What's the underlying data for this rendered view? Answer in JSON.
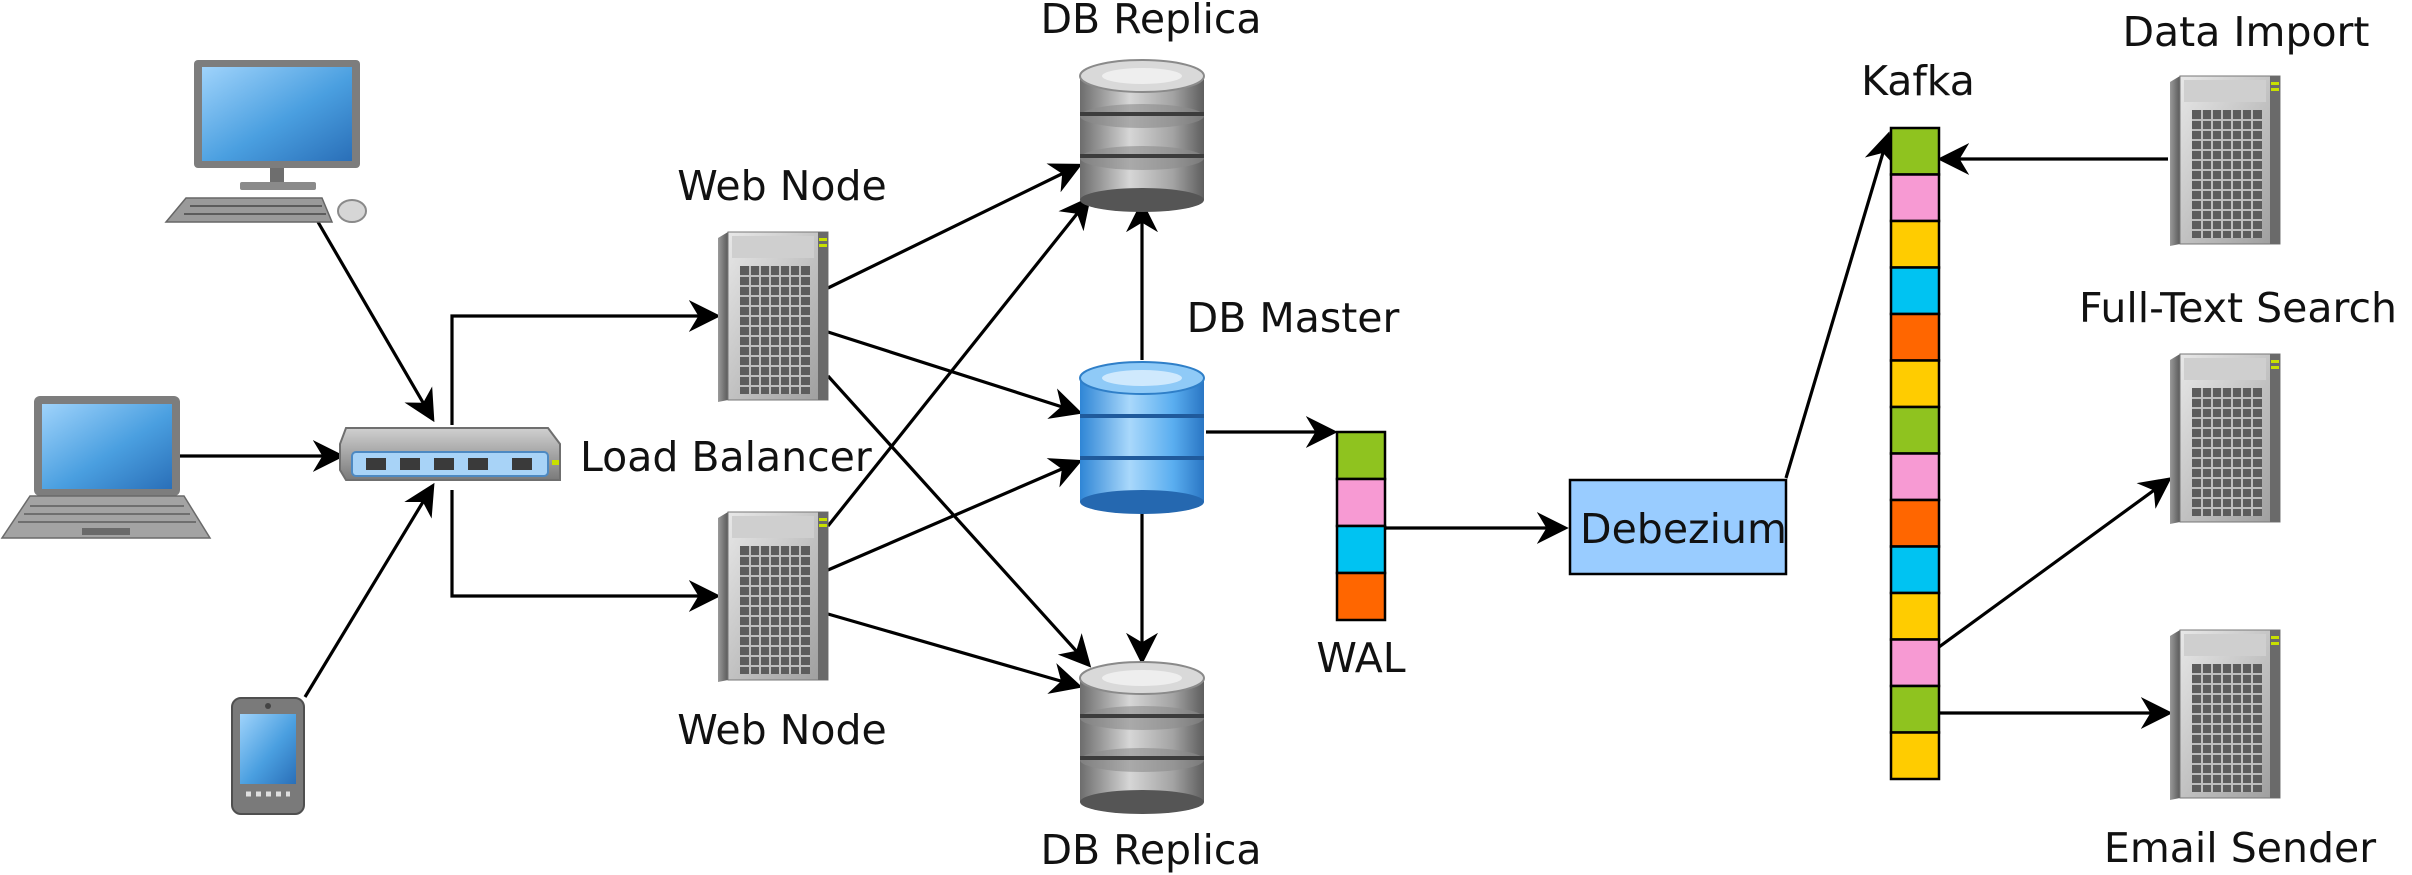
{
  "labels": {
    "load_balancer": "Load Balancer",
    "web_node_top": "Web Node",
    "web_node_bottom": "Web Node",
    "db_replica_top": "DB Replica",
    "db_replica_bottom": "DB Replica",
    "db_master": "DB Master",
    "wal": "WAL",
    "debezium": "Debezium",
    "kafka": "Kafka",
    "data_import": "Data Import",
    "full_text_search": "Full-Text Search",
    "email_sender": "Email Sender"
  },
  "colors": {
    "green": "#8fc31f",
    "pink": "#f79ad3",
    "cyan": "#00c3f2",
    "orange": "#ff6600",
    "yellow": "#ffcc00",
    "debezium_fill": "#99ccff",
    "db_master_blue": "#5aaef0",
    "screen_blue": "#4a9fe0"
  },
  "wal_segments": [
    "green",
    "pink",
    "cyan",
    "orange"
  ],
  "kafka_segments": [
    "green",
    "pink",
    "yellow",
    "cyan",
    "orange",
    "yellow",
    "green",
    "pink",
    "orange",
    "cyan",
    "yellow",
    "pink",
    "green",
    "yellow"
  ]
}
